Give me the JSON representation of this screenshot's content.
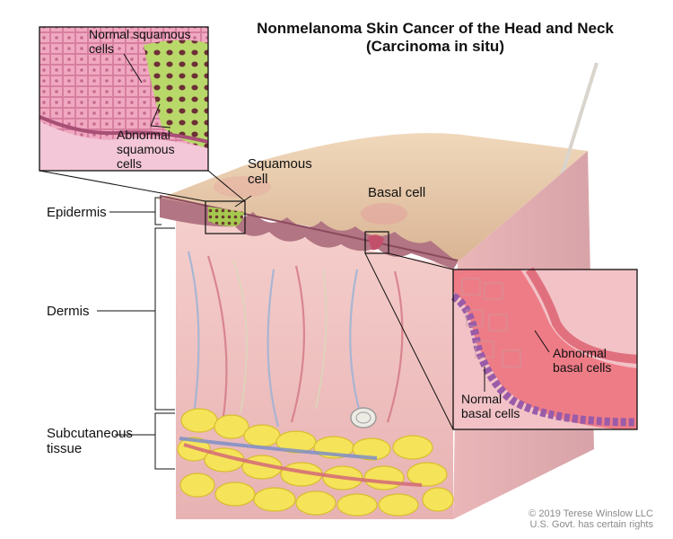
{
  "title": {
    "line1": "Nonmelanoma Skin Cancer of the Head and Neck",
    "line2": "(Carcinoma in situ)"
  },
  "layers": {
    "epidermis": "Epidermis",
    "dermis": "Dermis",
    "subcutaneous_line1": "Subcutaneous",
    "subcutaneous_line2": "tissue"
  },
  "callouts": {
    "squamous_line1": "Squamous",
    "squamous_line2": "cell",
    "basal": "Basal cell"
  },
  "inset_squamous": {
    "normal_line1": "Normal squamous",
    "normal_line2": "cells",
    "abnormal_line1": "Abnormal",
    "abnormal_line2": "squamous",
    "abnormal_line3": "cells"
  },
  "inset_basal": {
    "abnormal_line1": "Abnormal",
    "abnormal_line2": "basal cells",
    "normal_line1": "Normal",
    "normal_line2": "basal cells"
  },
  "copyright": {
    "line1": "© 2019 Terese Winslow LLC",
    "line2": "U.S. Govt. has certain rights"
  },
  "colors": {
    "skin_top": "#e8cba8",
    "dermis": "#f2c9c6",
    "epidermis": "#b27583",
    "abnormal_green": "#a5c94f",
    "fat_yellow": "#f5e35a",
    "basal_abnormal": "#ee7c86"
  }
}
